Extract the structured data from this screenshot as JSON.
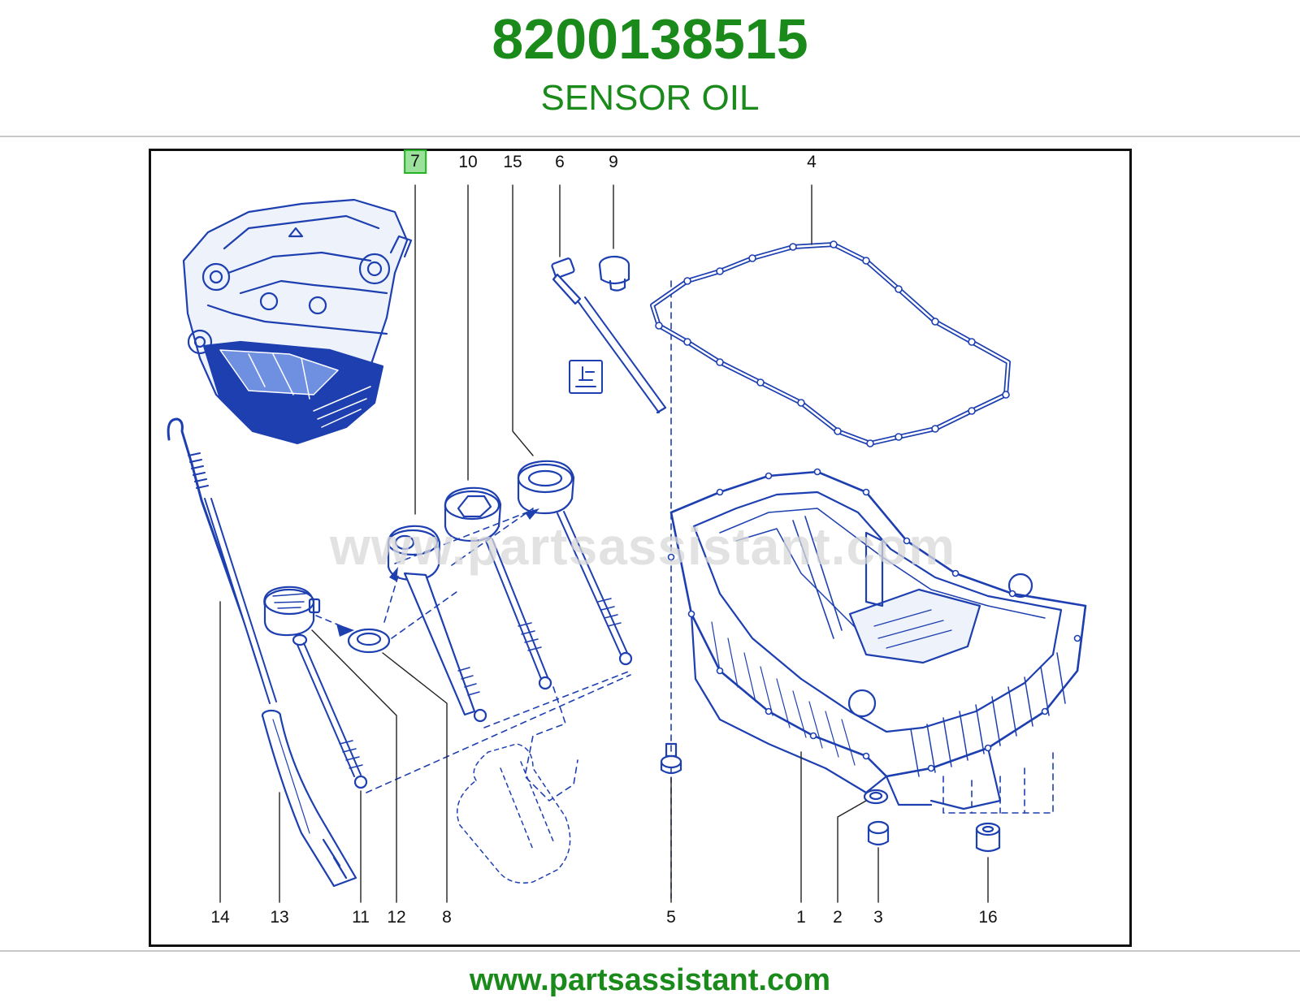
{
  "header": {
    "part_number": "8200138515",
    "part_name": "SENSOR OIL"
  },
  "diagram": {
    "highlighted_callout": "7",
    "callouts_top": [
      "7",
      "10",
      "15",
      "6",
      "9",
      "4"
    ],
    "callouts_bottom": [
      "14",
      "13",
      "11",
      "12",
      "8",
      "5",
      "1",
      "2",
      "3",
      "16"
    ],
    "watermark": "www.partsassistant.com"
  },
  "footer": {
    "url": "www.partsassistant.com"
  },
  "colors": {
    "brand_green": "#1a8a1a",
    "line_blue": "#1d3fb0",
    "highlight_bg": "#9be09b",
    "highlight_border": "#22b422"
  },
  "icons": [
    "engine-drawing",
    "oil-sensor",
    "oil-level-symbol-icon"
  ]
}
